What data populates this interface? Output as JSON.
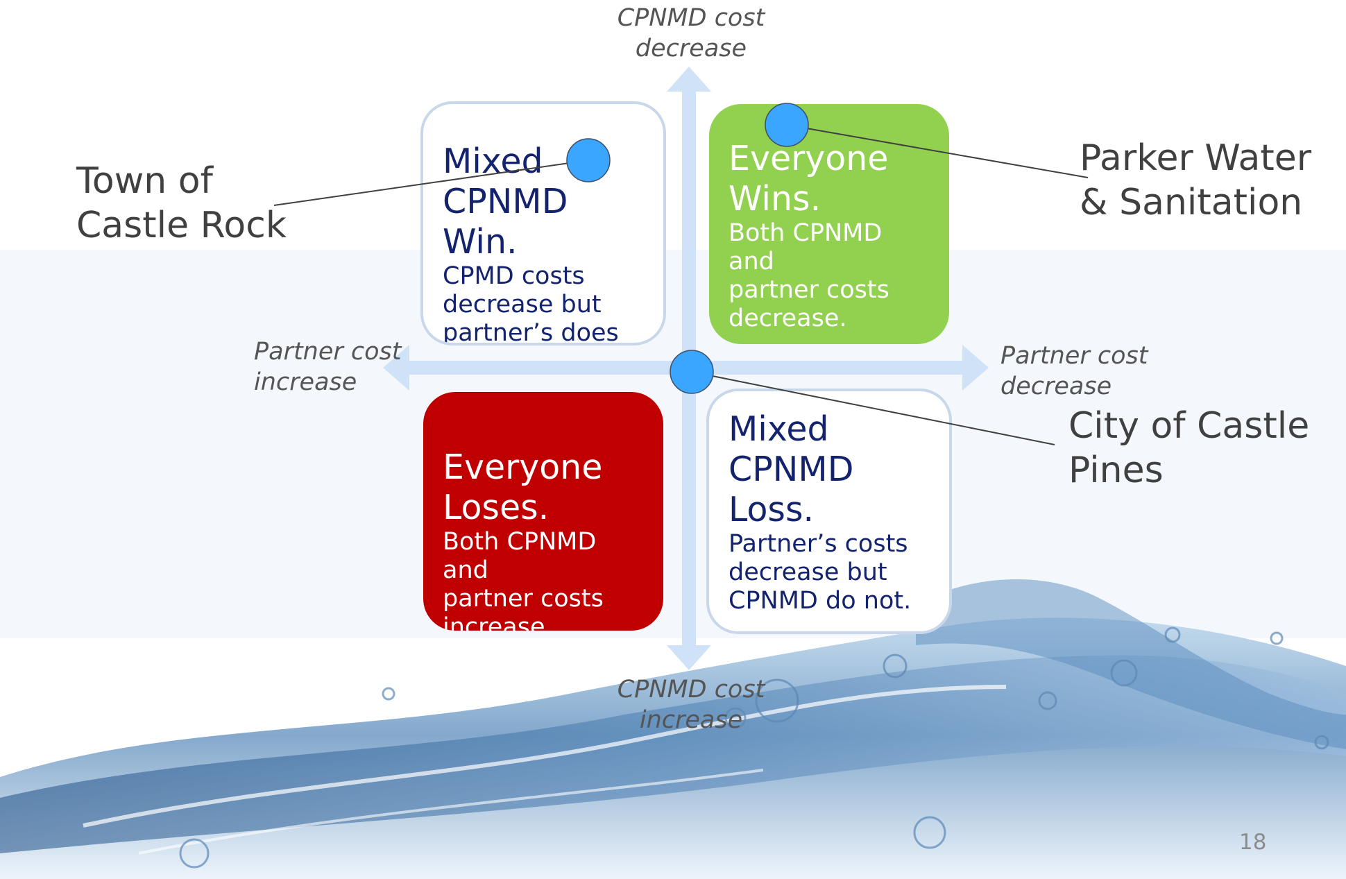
{
  "axes": {
    "top": "CPNMD cost\ndecrease",
    "bottom": "CPNMD cost\nincrease",
    "left": "Partner cost\nincrease",
    "right": "Partner cost\ndecrease"
  },
  "quadrants": {
    "top_left": {
      "title": "Mixed\nCPNMD Win.",
      "body": "CPMD costs\ndecrease but\npartner’s does not"
    },
    "top_right": {
      "title": "Everyone\nWins.",
      "body": "Both CPNMD and\npartner costs\ndecrease."
    },
    "bottom_left": {
      "title": "Everyone\nLoses.",
      "body": "Both CPNMD and\npartner costs\nincrease"
    },
    "bottom_right": {
      "title": "Mixed\nCPNMD\nLoss.",
      "body": "Partner’s costs\ndecrease but\nCPNMD do not."
    }
  },
  "partners": [
    {
      "label": "Town of\nCastle Rock"
    },
    {
      "label": "Parker Water\n& Sanitation"
    },
    {
      "label": "City of Castle\nPines"
    }
  ],
  "page_number": "18",
  "colors": {
    "axis_arrow": "#cfe2f8",
    "marker_fill": "#3aa6ff",
    "win_quadrant": "#92d050",
    "lose_quadrant": "#c00000",
    "quadrant_text": "#14236e"
  }
}
